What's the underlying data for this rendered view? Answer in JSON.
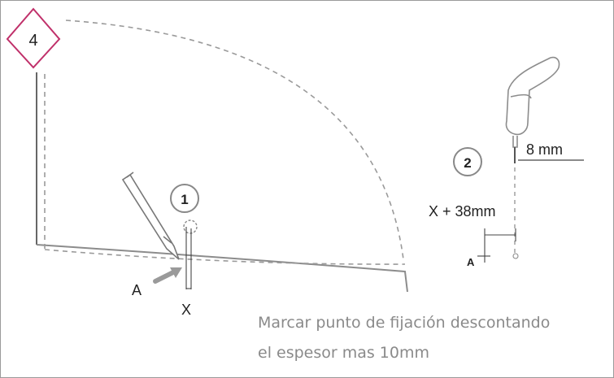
{
  "step_badge": {
    "number": "4",
    "border_color": "#c0306a"
  },
  "callouts": {
    "first": "1",
    "second": "2"
  },
  "labels": {
    "point_a_left": "A",
    "offset_x": "X",
    "point_a_right": "A",
    "distance": "X + 38mm",
    "drill_bit": "8 mm"
  },
  "caption": {
    "line1": "Marcar punto de fijación descontando",
    "line2": "el espesor mas 10mm"
  },
  "icons": [
    "pencil-icon",
    "drill-icon",
    "arrow-icon"
  ]
}
